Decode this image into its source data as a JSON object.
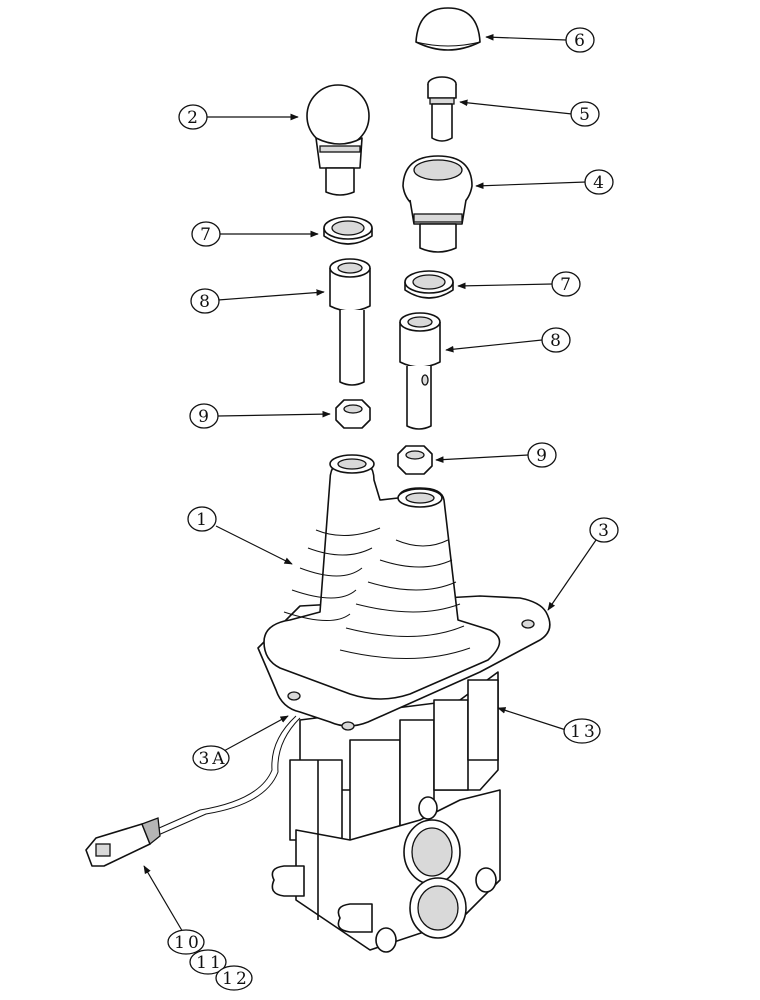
{
  "callouts": [
    {
      "id": "c6",
      "label": "6"
    },
    {
      "id": "c5",
      "label": "5"
    },
    {
      "id": "c2",
      "label": "2"
    },
    {
      "id": "c4",
      "label": "4"
    },
    {
      "id": "c7a",
      "label": "7"
    },
    {
      "id": "c7b",
      "label": "7"
    },
    {
      "id": "c8a",
      "label": "8"
    },
    {
      "id": "c8b",
      "label": "8"
    },
    {
      "id": "c9a",
      "label": "9"
    },
    {
      "id": "c9b",
      "label": "9"
    },
    {
      "id": "c1",
      "label": "1"
    },
    {
      "id": "c3",
      "label": "3"
    },
    {
      "id": "c13",
      "label": "13"
    },
    {
      "id": "c3A",
      "label": "3A"
    },
    {
      "id": "c10",
      "label": "10"
    },
    {
      "id": "c11",
      "label": "11"
    },
    {
      "id": "c12",
      "label": "12"
    }
  ]
}
